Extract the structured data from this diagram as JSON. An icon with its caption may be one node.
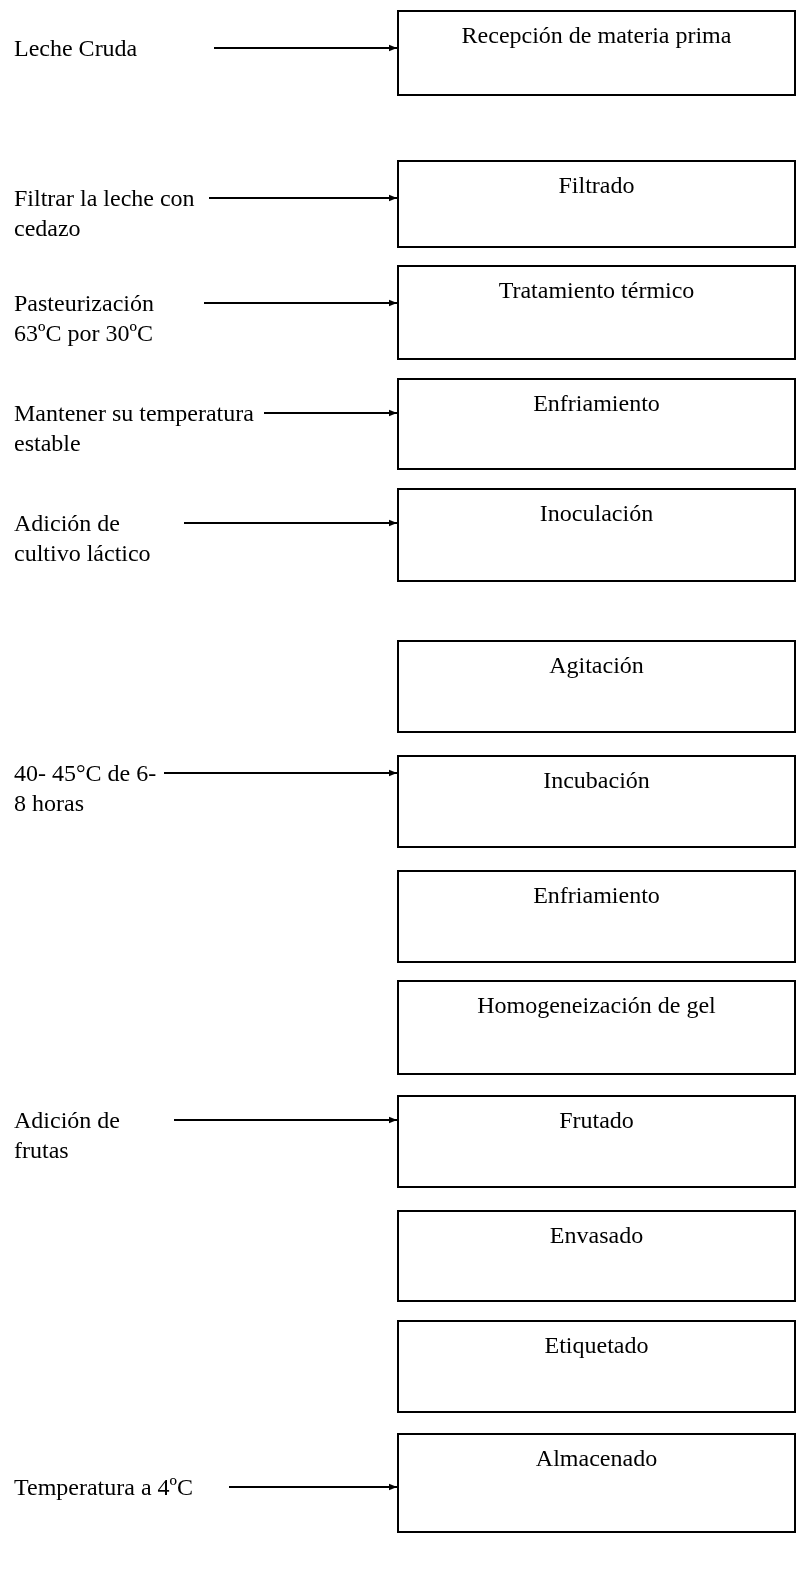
{
  "diagram": {
    "nodes": [
      {
        "text": [
          "Leche Cruda"
        ]
      },
      {
        "text": [
          "Recepción de materia prima"
        ]
      },
      {
        "text": [
          "Filtrar la leche con cedazo"
        ]
      },
      {
        "text": [
          "Filtrado"
        ]
      },
      {
        "text": [
          "Pasteurización 63ºC por 30ºC"
        ]
      },
      {
        "text": [
          "Tratamiento térmico"
        ]
      },
      {
        "text": [
          "Mantener su temperatura estable"
        ]
      },
      {
        "text": [
          "Enfriamiento"
        ]
      },
      {
        "text": [
          "Adición de cultivo láctico"
        ]
      },
      {
        "text": [
          "Inoculación"
        ]
      },
      {
        "text": [
          "Agitación"
        ]
      },
      {
        "text": [
          "40- 45°C de 6-8 horas"
        ]
      },
      {
        "text": [
          "Incubación"
        ]
      },
      {
        "text": [
          "Enfriamiento"
        ]
      },
      {
        "text": [
          "Homogeneización de gel"
        ]
      },
      {
        "text": [
          "Adición de frutas"
        ]
      },
      {
        "text": [
          "Frutado"
        ]
      },
      {
        "text": [
          "Envasado"
        ]
      },
      {
        "text": [
          "Etiquetado"
        ]
      },
      {
        "text": [
          "Temperatura a 4ºC"
        ]
      },
      {
        "text": [
          "Almacenado"
        ]
      }
    ],
    "edges": [
      {
        "from": 0,
        "to": 1,
        "arrow": "to"
      },
      {
        "from": 2,
        "to": 3,
        "arrow": "to"
      },
      {
        "from": 4,
        "to": 5,
        "arrow": "to"
      },
      {
        "from": 6,
        "to": 7,
        "arrow": "to"
      },
      {
        "from": 8,
        "to": 9,
        "arrow": "to"
      },
      {
        "from": 11,
        "to": 12,
        "arrow": "to"
      },
      {
        "from": 15,
        "to": 16,
        "arrow": "to"
      },
      {
        "from": 19,
        "to": 20,
        "arrow": "to"
      }
    ]
  }
}
